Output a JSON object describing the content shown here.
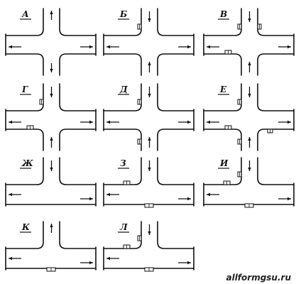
{
  "diagrams": [
    {
      "label": "А",
      "shape": "cross",
      "markers": []
    },
    {
      "label": "Б",
      "shape": "cross",
      "markers": [
        "nl"
      ]
    },
    {
      "label": "В",
      "shape": "cross",
      "markers": [
        "nl",
        "wb",
        "nr"
      ]
    },
    {
      "label": "Г",
      "shape": "cross",
      "markers": [
        "nl",
        "wb"
      ]
    },
    {
      "label": "Д",
      "shape": "cross",
      "markers": [
        "nl",
        "sl"
      ]
    },
    {
      "label": "Е",
      "shape": "cross",
      "markers": [
        "nl",
        "wb",
        "er",
        "sl"
      ]
    },
    {
      "label": "Ж",
      "shape": "tee",
      "markers": []
    },
    {
      "label": "З",
      "shape": "tee",
      "markers": [
        "wb",
        "bs"
      ]
    },
    {
      "label": "И",
      "shape": "tee",
      "markers": [
        "nl",
        "wb",
        "bs"
      ]
    },
    {
      "label": "К",
      "shape": "tee",
      "markers": [
        "bs"
      ]
    },
    {
      "label": "Л",
      "shape": "tee",
      "markers": [
        "nl",
        "wb",
        "bs"
      ]
    }
  ],
  "watermark": "allformgsu.ru"
}
